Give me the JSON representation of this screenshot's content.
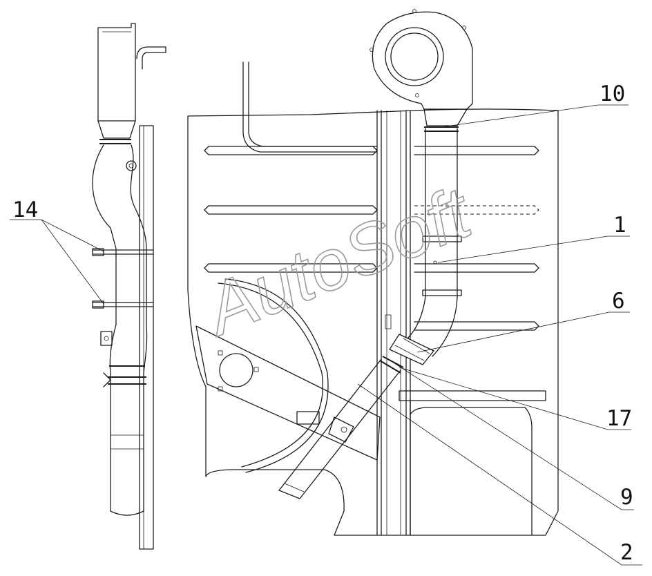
{
  "watermark": "AutoSoft",
  "callouts": {
    "c14": "14",
    "c10": "10",
    "c1": "1",
    "c6": "6",
    "c17": "17",
    "c9": "9",
    "c2": "2"
  },
  "colors": {
    "line": "#1a1a1a",
    "watermark": "#9a9a9a",
    "background": "#ffffff"
  }
}
